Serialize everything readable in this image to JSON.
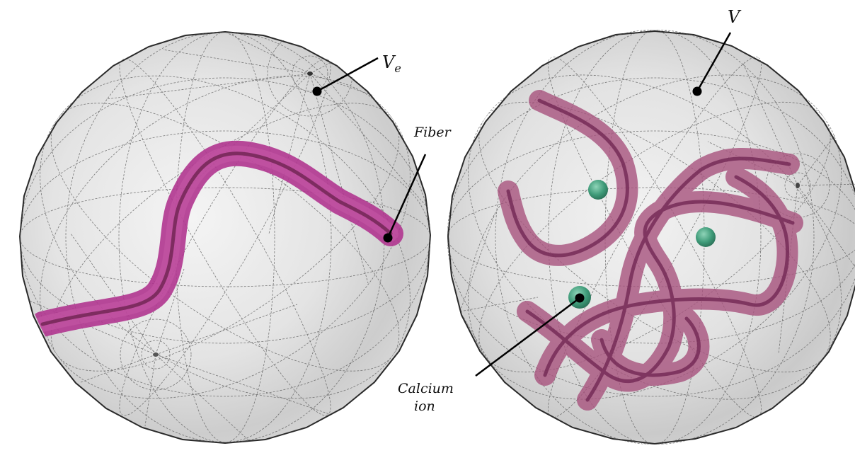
{
  "figure": {
    "left_panel": {
      "labels": {
        "domain_label": {
          "main": "V",
          "subscript": "e"
        },
        "fiber_label": "Fiber"
      }
    },
    "right_panel": {
      "labels": {
        "domain_label": "V",
        "ion_label_line1": "Calcium",
        "ion_label_line2": "ion"
      }
    }
  },
  "colors": {
    "sphere_fill": "#e6e6e6",
    "sphere_edge": "#2a2a2a",
    "mesh_lines": "#555555",
    "fiber_left": "#b0358f",
    "fiber_right": "#a8537e",
    "fiber_core": "#6e2350",
    "ion_fill": "#3e9a78",
    "pointer": "#000000"
  }
}
